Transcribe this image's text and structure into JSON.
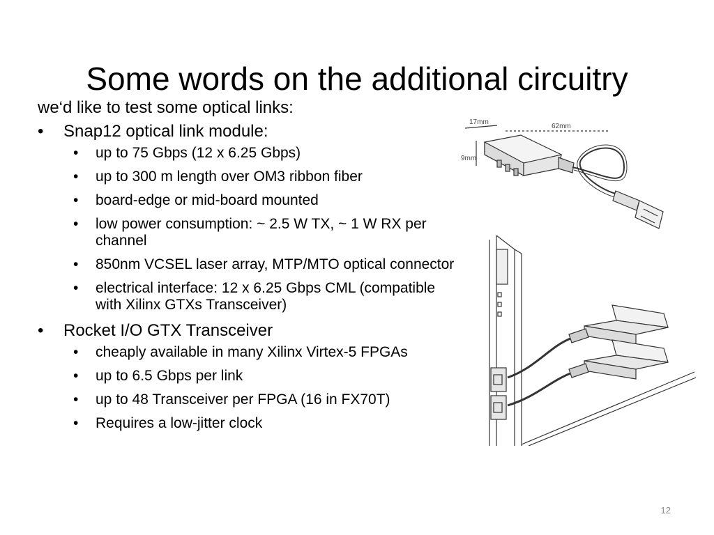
{
  "slide": {
    "title": "Some words on the additional circuitry",
    "intro": "we‘d like to test some optical links:",
    "bullet_glyph": "•",
    "sections": [
      {
        "label": "Snap12 optical link module:",
        "items": [
          "up to 75 Gbps (12 x 6.25 Gbps)",
          "up to 300 m length over OM3 ribbon fiber",
          "board-edge or mid-board mounted",
          "low power consumption: ~ 2.5 W TX, ~ 1 W RX per channel",
          "850nm VCSEL laser array, MTP/MTO optical connector",
          "electrical interface: 12 x 6.25 Gbps CML (compatible with Xilinx GTXs Transceiver)"
        ]
      },
      {
        "label": "Rocket I/O GTX Transceiver",
        "items": [
          "cheaply available in many Xilinx Virtex-5 FPGAs",
          "up to 6.5 Gbps per link",
          "up to 48 Transceiver per FPGA (16  in FX70T)",
          "Requires a low-jitter clock"
        ]
      }
    ],
    "figure_module": {
      "dim_width": "17mm",
      "dim_length": "62mm",
      "dim_height": "9mm"
    },
    "page_number": "12"
  }
}
